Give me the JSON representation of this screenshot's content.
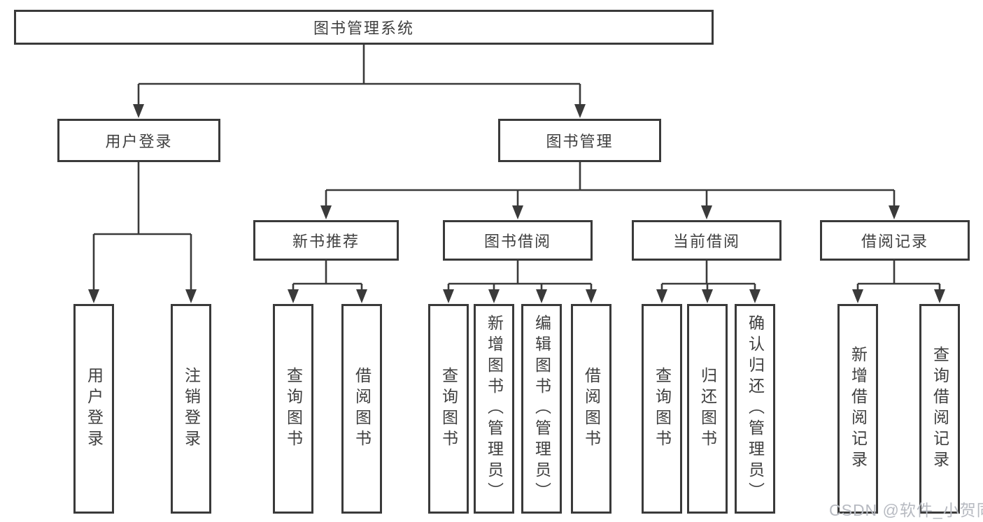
{
  "diagram_title": "图书管理系统",
  "tree": {
    "label": "图书管理系统",
    "children": [
      {
        "label": "用户登录",
        "children": [
          {
            "label": "用户登录"
          },
          {
            "label": "注销登录"
          }
        ]
      },
      {
        "label": "图书管理",
        "children": [
          {
            "label": "新书推荐",
            "children": [
              {
                "label": "查询图书"
              },
              {
                "label": "借阅图书"
              }
            ]
          },
          {
            "label": "图书借阅",
            "children": [
              {
                "label": "查询图书"
              },
              {
                "label": "新增图书（管理员）"
              },
              {
                "label": "编辑图书（管理员）"
              },
              {
                "label": "借阅图书"
              }
            ]
          },
          {
            "label": "当前借阅",
            "children": [
              {
                "label": "查询图书"
              },
              {
                "label": "归还图书"
              },
              {
                "label": "确认归还（管理员）"
              }
            ]
          },
          {
            "label": "借阅记录",
            "children": [
              {
                "label": "新增借阅记录"
              },
              {
                "label": "查询借阅记录"
              }
            ]
          }
        ]
      }
    ]
  },
  "watermark": "CSDN @软件_小贺同学",
  "colors": {
    "line": "#3a3a3a",
    "text": "#3f3f3f",
    "watermark": "#b7bac1",
    "background": "#ffffff"
  }
}
